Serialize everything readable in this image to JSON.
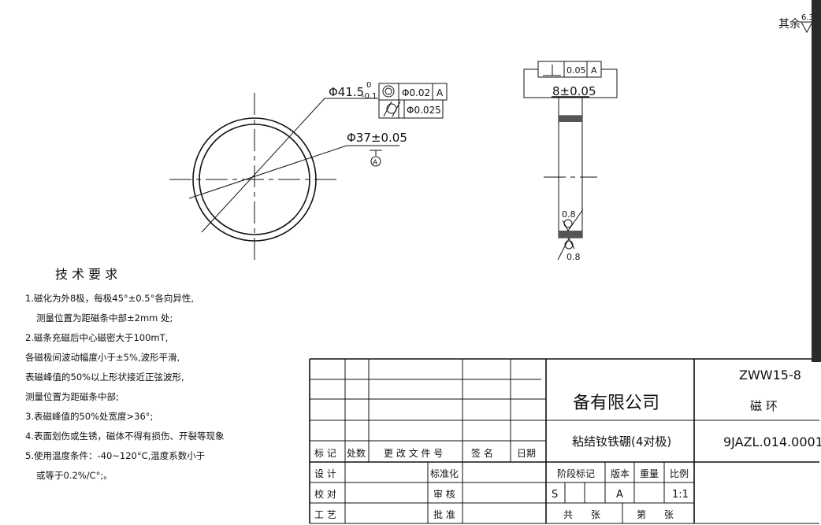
{
  "surface_note": {
    "label": "其余",
    "value": "6.3"
  },
  "front_view": {
    "outer_diameter": "Φ41.5",
    "outer_tol_upper": "0",
    "outer_tol_lower": "-0.1",
    "concentricity_value": "Φ0.02",
    "concentricity_datum": "A",
    "cylindricity_value": "Φ0.025",
    "inner_diameter": "Φ37±0.05",
    "datum_label": "A"
  },
  "side_view": {
    "perpendicularity_value": "0.05",
    "perpendicularity_datum": "A",
    "width": "8±0.05",
    "roughness_top": "0.8",
    "roughness_bottom": "0.8"
  },
  "tech_requirements": {
    "title": "技 术 要 求",
    "lines": [
      "1.磁化为外8极，每极45°±0.5°各向异性,",
      "测量位置为距磁条中部±2mm 处;",
      "2.磁条充磁后中心磁密大于100mT,",
      "各磁极间波动幅度小于±5%,波形平滑,",
      "表磁峰值的50%以上形状接近正弦波形,",
      "测量位置为距磁条中部;",
      "3.表磁峰值的50%处宽度>36°;",
      "4.表面划伤或生锈，磁体不得有损伤、开裂等现象",
      "5.使用温度条件：-40~120°C,温度系数小于",
      "或等于0.2%/C°;。"
    ]
  },
  "title_block": {
    "headers": [
      "标 记",
      "处数",
      "更 改 文 件 号",
      "签  名",
      "日期"
    ],
    "design": "设 计",
    "standardize": "标准化",
    "check": "校 对",
    "review": "审 核",
    "process": "工 艺",
    "approve": "批 准",
    "company": "备有限公司",
    "material": "粘结钕铁硼(4对极)",
    "model": "ZWW15-8",
    "part_name": "磁  环",
    "drawing_no": "9JAZL.014.0001",
    "stage_mark": "阶段标记",
    "version": "版本",
    "weight": "重量",
    "scale": "比例",
    "stage_value": "S",
    "version_value": "A",
    "scale_value": "1:1",
    "total_sheets": "共      张",
    "sheet_no": "第      张"
  }
}
